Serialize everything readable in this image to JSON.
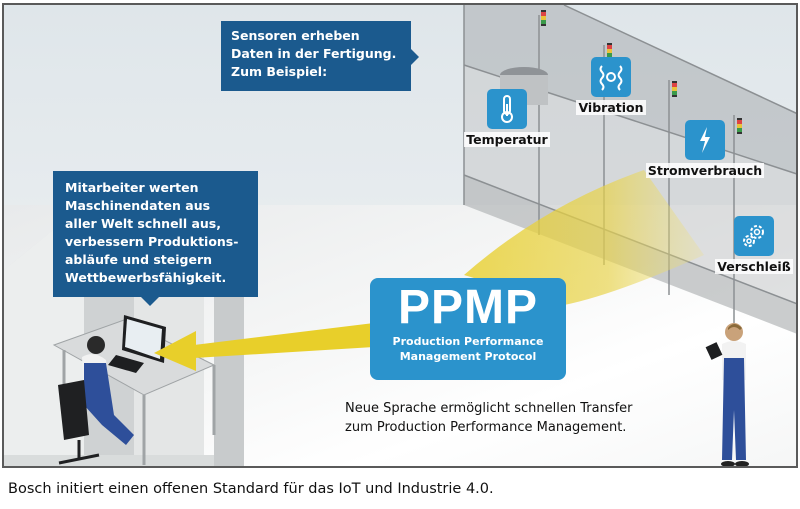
{
  "diagram": {
    "callouts": {
      "sensors": {
        "lines": [
          "Sensoren erheben",
          "Daten in der Fertigung.",
          "Zum Beispiel:"
        ]
      },
      "workers": {
        "lines": [
          "Mitarbeiter werten",
          "Maschinendaten aus",
          "aller Welt schnell aus,",
          "verbessern Produktions-",
          "abläufe und steigern",
          "Wettbewerbsfähigkeit."
        ]
      }
    },
    "sensors": [
      {
        "label": "Temperatur",
        "icon": "thermometer-icon"
      },
      {
        "label": "Vibration",
        "icon": "vibration-icon"
      },
      {
        "label": "Stromverbrauch",
        "icon": "lightning-icon"
      },
      {
        "label": "Verschleiß",
        "icon": "gears-icon"
      }
    ],
    "ppmp": {
      "title": "PPMP",
      "subtitle_line1": "Production Performance",
      "subtitle_line2": "Management Protocol"
    },
    "transfer_text": {
      "line1": "Neue Sprache ermöglicht schnellen Transfer",
      "line2": "zum Production Performance Management."
    },
    "colors": {
      "callout_dark_blue": "#1b5a8e",
      "ppmp_blue": "#2b93cc",
      "beam_yellow": "#e8cf2a",
      "worker_overalls": "#2e4f9a"
    }
  },
  "caption": "Bosch initiert einen offenen Standard für das IoT und Industrie 4.0."
}
